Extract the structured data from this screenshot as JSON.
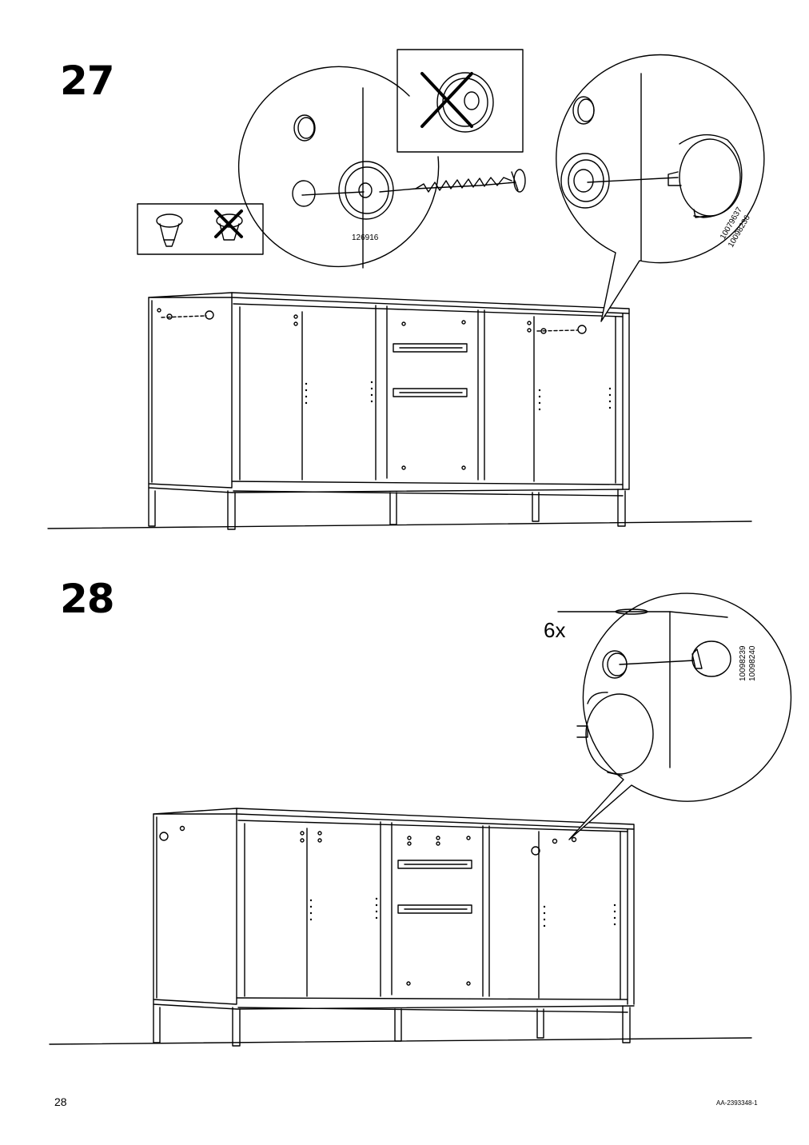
{
  "page": {
    "number": "28",
    "doc_id": "AA-2393348-1"
  },
  "steps": [
    {
      "number": "27",
      "screw_part": "126916",
      "cap_parts": [
        "10079637",
        "10098236"
      ]
    },
    {
      "number": "28",
      "quantity": "6x",
      "cap_parts": [
        "10098239",
        "10098240"
      ]
    }
  ]
}
